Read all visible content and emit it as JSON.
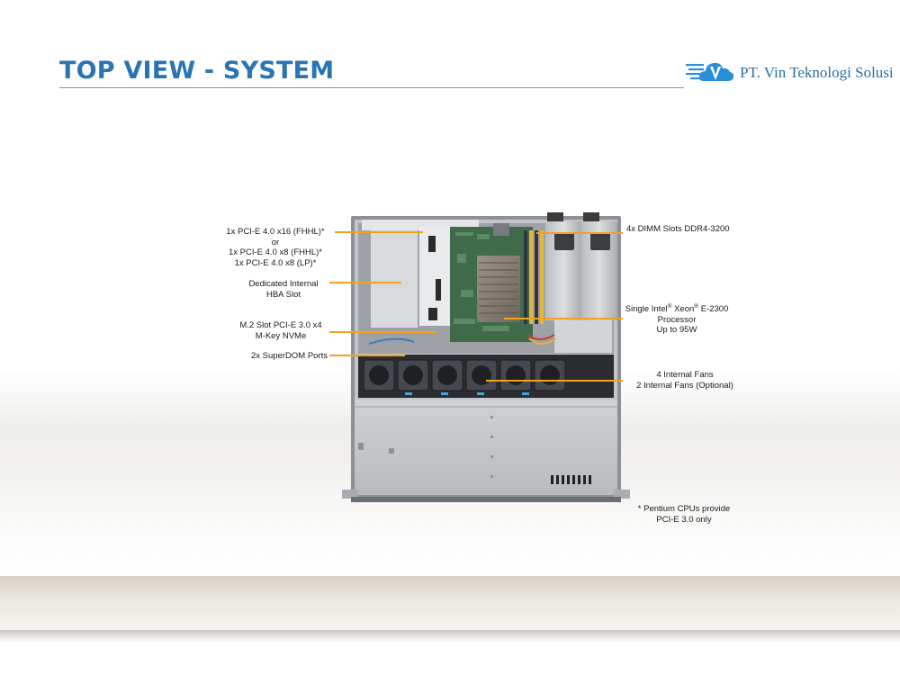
{
  "header": {
    "title": "TOP VIEW - SYSTEM",
    "logo_text": "PT. Vin Teknologi Solusi",
    "logo_icon": "cloud-v-icon",
    "accent_color": "#2a74b4"
  },
  "callouts": {
    "pcie": {
      "line1": "1x PCI-E 4.0 x16 (FHHL)*",
      "line2": "or",
      "line3": "1x PCI-E 4.0 x8 (FHHL)*",
      "line4": "1x PCI-E 4.0 x8 (LP)*"
    },
    "hba": {
      "line1": "Dedicated Internal",
      "line2": "HBA Slot"
    },
    "m2": {
      "line1": "M.2 Slot PCI-E 3.0 x4",
      "line2": "M-Key NVMe"
    },
    "superdom": {
      "line1": "2x SuperDOM Ports"
    },
    "dimm": {
      "line1": "4x DIMM Slots DDR4-3200"
    },
    "cpu": {
      "line1_a": "Single Intel",
      "line1_sup1": "®",
      "line1_b": " Xeon",
      "line1_sup2": "®",
      "line1_c": " E-2300",
      "line2": "Processor",
      "line3": "Up to 95W"
    },
    "fans": {
      "line1": "4 Internal  Fans",
      "line2": "2 Internal  Fans (Optional)"
    },
    "footnote": {
      "line1": "* Pentium CPUs provide",
      "line2": "PCI-E 3.0 only"
    }
  },
  "colors": {
    "leader": "#f2a21b",
    "chassis": "#c9cbce",
    "board": "#3f6b4a"
  }
}
